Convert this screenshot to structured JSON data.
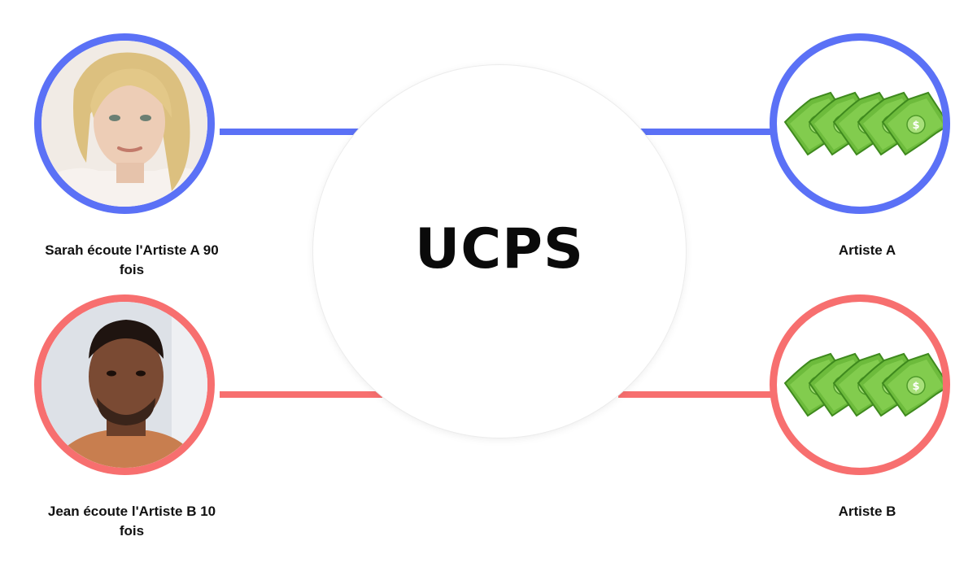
{
  "center": {
    "title": "UCPS"
  },
  "listeners": [
    {
      "label": "Sarah écoute l'Artiste A 90 fois",
      "color": "#5b71f6",
      "icon": "woman-portrait-photo"
    },
    {
      "label": "Jean écoute l'Artiste B 10 fois",
      "color": "#f76f6f",
      "icon": "man-portrait-photo"
    }
  ],
  "artists": [
    {
      "label": "Artiste A",
      "color": "#5b71f6",
      "icon": "money-bills-icon"
    },
    {
      "label": "Artiste B",
      "color": "#f76f6f",
      "icon": "money-bills-icon"
    }
  ]
}
